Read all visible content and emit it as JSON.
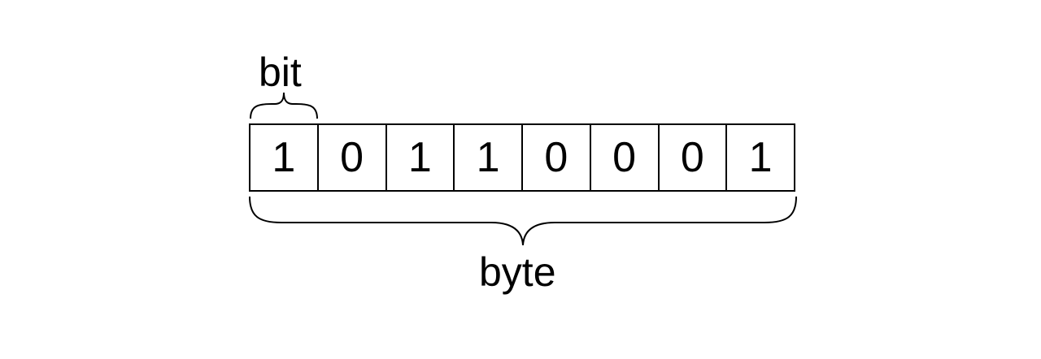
{
  "labels": {
    "bit": "bit",
    "byte": "byte"
  },
  "bits": [
    {
      "value": "1"
    },
    {
      "value": "0"
    },
    {
      "value": "1"
    },
    {
      "value": "1"
    },
    {
      "value": "0"
    },
    {
      "value": "0"
    },
    {
      "value": "0"
    },
    {
      "value": "1"
    }
  ],
  "colors": {
    "stroke": "#000000",
    "background": "#ffffff"
  }
}
